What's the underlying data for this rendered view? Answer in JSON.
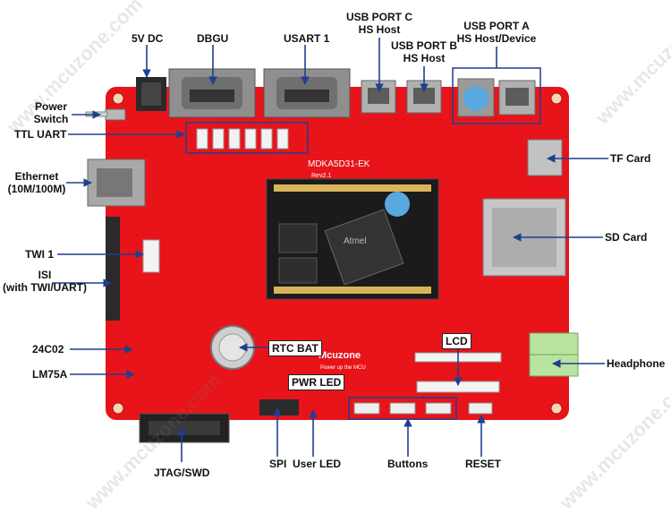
{
  "watermark": "www.mcuzone.com",
  "board": {
    "name": "MDKA5D31-EK",
    "rev": "Rev2.1",
    "brand": "Mcuzone",
    "slogan": "Power up the MCU",
    "chip_text": "Atmel"
  },
  "labels": {
    "dc5v": "5V DC",
    "dbgu": "DBGU",
    "usart1": "USART 1",
    "usb_c": "USB PORT C",
    "usb_c_sub": "HS Host",
    "usb_b": "USB PORT B",
    "usb_b_sub": "HS Host",
    "usb_a": "USB PORT A",
    "usb_a_sub": "HS Host/Device",
    "power": "Power",
    "power_sub": "Switch",
    "ttl_uart": "TTL UART",
    "ethernet": "Ethernet",
    "ethernet_sub": "(10M/100M)",
    "tf_card": "TF Card",
    "sd_card": "SD Card",
    "twi1": "TWI 1",
    "isi": "ISI",
    "isi_sub": "(with TWI/UART)",
    "c2402": "24C02",
    "rtc_bat": "RTC BAT",
    "lcd": "LCD",
    "headphone": "Headphone",
    "lm75a": "LM75A",
    "pwr_led": "PWR LED",
    "jtag": "JTAG/SWD",
    "spi": "SPI",
    "user_led": "User LED",
    "buttons": "Buttons",
    "reset": "RESET"
  },
  "colors": {
    "pcb": "#e8141a",
    "pcb_dark": "#b00d12",
    "connector_gray": "#9a9a9a",
    "module_black": "#1b1b1b",
    "gold": "#d9b45a",
    "headphone_green": "#b9e3a0",
    "arrow": "#1f3f8f",
    "highlight_box": "#1f3f8f"
  }
}
